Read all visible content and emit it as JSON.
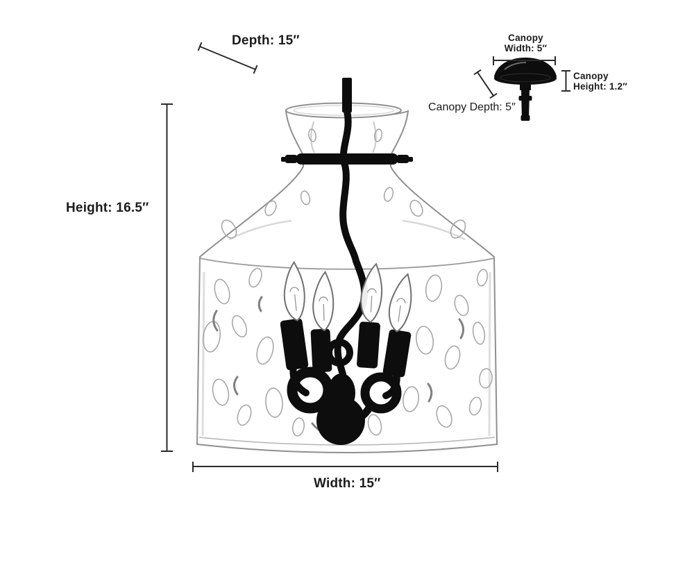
{
  "colors": {
    "background": "#ffffff",
    "dimension_line": "#2b2b2b",
    "text": "#1b1b1b",
    "glass_outline": "#8f8f8f",
    "hardware": "#0d0d0d"
  },
  "measurements": {
    "depth": {
      "label": "Depth: 15″",
      "value": 15,
      "unit": "inches"
    },
    "height": {
      "label": "Height: 16.5″",
      "value": 16.5,
      "unit": "inches"
    },
    "width": {
      "label": "Width: 15″",
      "value": 15,
      "unit": "inches"
    },
    "canopy_width": {
      "label": "Canopy\nWidth: 5″",
      "value": 5,
      "unit": "inches"
    },
    "canopy_height": {
      "label": "Canopy\nHeight: 1.2″",
      "value": 1.2,
      "unit": "inches"
    },
    "canopy_depth": {
      "label": "Canopy Depth: 5″",
      "value": 5,
      "unit": "inches"
    }
  }
}
